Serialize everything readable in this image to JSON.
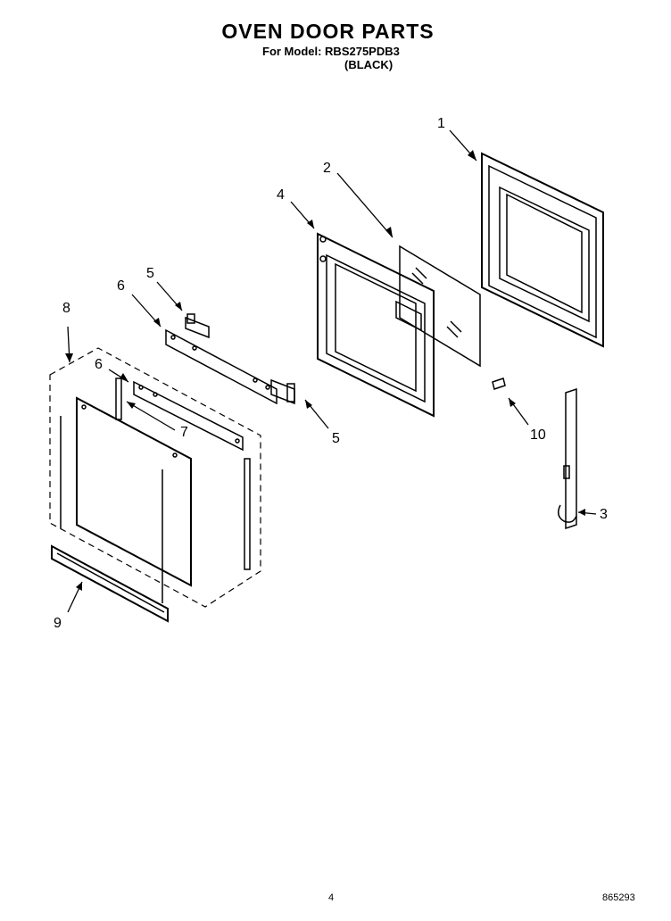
{
  "header": {
    "title": "OVEN DOOR PARTS",
    "model_line": "For Model: RBS275PDB3",
    "color": "(BLACK)"
  },
  "callouts": [
    "1",
    "2",
    "3",
    "4",
    "5",
    "5",
    "6",
    "6",
    "7",
    "8",
    "9",
    "10"
  ],
  "footer": {
    "page": "4",
    "doc_number": "865293"
  }
}
